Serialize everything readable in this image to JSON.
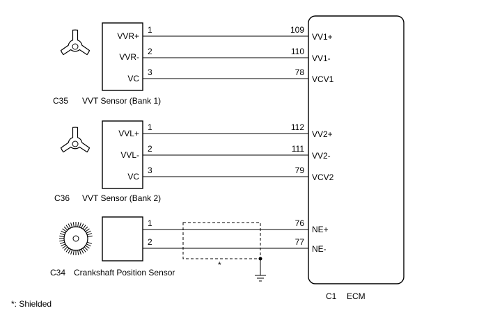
{
  "sensors": [
    {
      "connector": "C35",
      "name": "VVT Sensor (Bank 1)",
      "terminals": [
        {
          "label": "VVR+",
          "pin": "1",
          "ecm_pin": "109",
          "ecm_label": "VV1+"
        },
        {
          "label": "VVR-",
          "pin": "2",
          "ecm_pin": "110",
          "ecm_label": "VV1-"
        },
        {
          "label": "VC",
          "pin": "3",
          "ecm_pin": "78",
          "ecm_label": "VCV1"
        }
      ]
    },
    {
      "connector": "C36",
      "name": "VVT Sensor (Bank 2)",
      "terminals": [
        {
          "label": "VVL+",
          "pin": "1",
          "ecm_pin": "112",
          "ecm_label": "VV2+"
        },
        {
          "label": "VVL-",
          "pin": "2",
          "ecm_pin": "111",
          "ecm_label": "VV2-"
        },
        {
          "label": "VC",
          "pin": "3",
          "ecm_pin": "79",
          "ecm_label": "VCV2"
        }
      ]
    },
    {
      "connector": "C34",
      "name": "Crankshaft Position Sensor",
      "terminals": [
        {
          "label": "",
          "pin": "1",
          "ecm_pin": "76",
          "ecm_label": "NE+"
        },
        {
          "label": "",
          "pin": "2",
          "ecm_pin": "77",
          "ecm_label": "NE-"
        }
      ]
    }
  ],
  "shield_mark": "*",
  "ecm": {
    "connector": "C1",
    "name": "ECM"
  },
  "footnote": "*: Shielded"
}
